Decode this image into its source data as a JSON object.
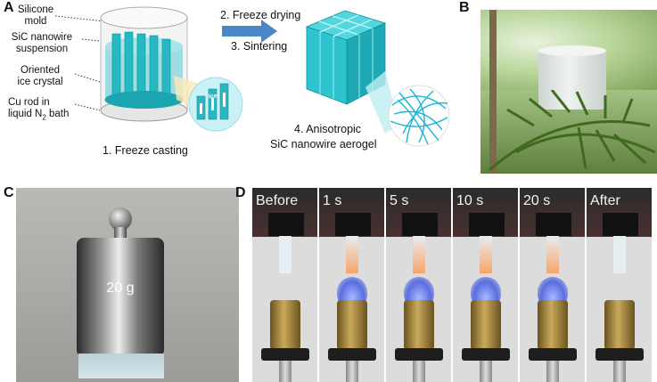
{
  "panels": {
    "a": "A",
    "b": "B",
    "c": "C",
    "d": "D"
  },
  "panel_a": {
    "labels": {
      "silicone_mold": "Silicone\nmold",
      "sic_suspension": "SiC nanowire\nsuspension",
      "oriented_ice": "Oriented\nice crystal",
      "cu_rod_line1": "Cu rod in",
      "cu_rod_line2_prefix": "liquid N",
      "cu_rod_sub": "2",
      "cu_rod_line2_suffix": " bath",
      "ice_tag": "Ice"
    },
    "steps": {
      "step1": "1. Freeze casting",
      "step2": "2. Freeze drying",
      "step3": "3. Sintering",
      "step4_line1": "4. Anisotropic",
      "step4_line2": "SiC nanowire aerogel"
    },
    "colors": {
      "cyan": "#2ec4cf",
      "cyan_dark": "#159aa5",
      "arrow": "#4a86c8",
      "bubble": "#c9f1f6",
      "wire": "#1bb6d4"
    }
  },
  "panel_c": {
    "weight_label": "20 g"
  },
  "panel_d": {
    "frames": [
      "Before",
      "1 s",
      "5 s",
      "10 s",
      "20 s",
      "After"
    ],
    "flame_on": [
      false,
      true,
      true,
      true,
      true,
      false
    ]
  }
}
